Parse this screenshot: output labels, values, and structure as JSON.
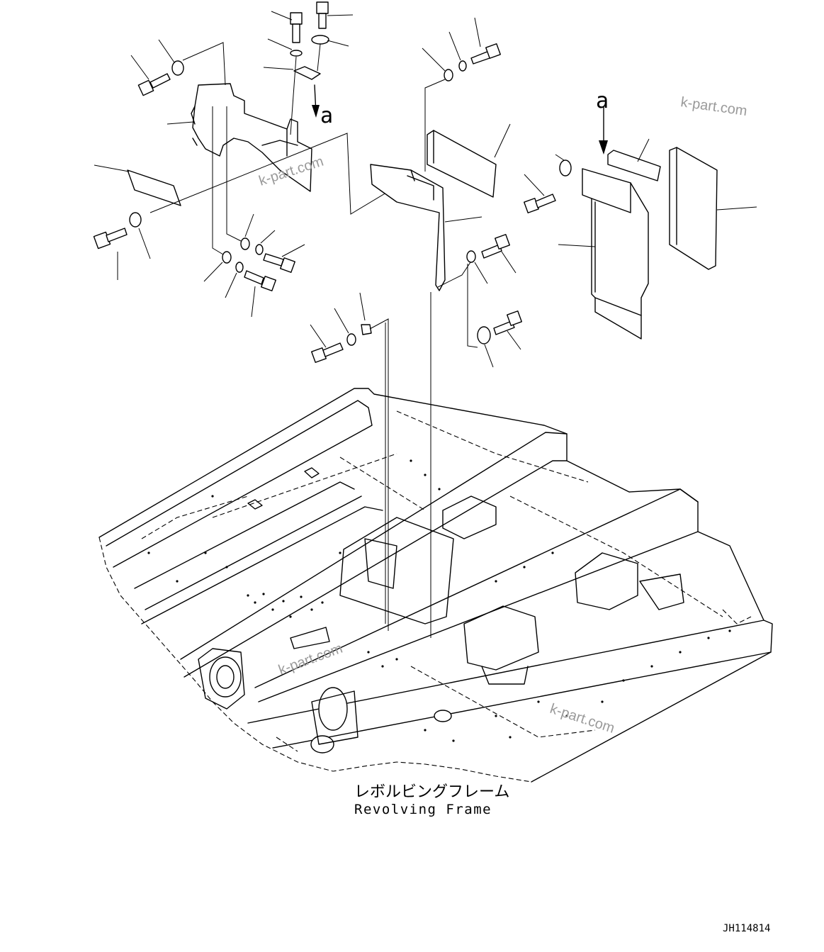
{
  "view_marker": "a",
  "view_ref": "a",
  "frame_label_jp": "レボルビングフレーム",
  "frame_label_en": "Revolving Frame",
  "drawing_number": "JH114814",
  "watermark": "k-part.com"
}
